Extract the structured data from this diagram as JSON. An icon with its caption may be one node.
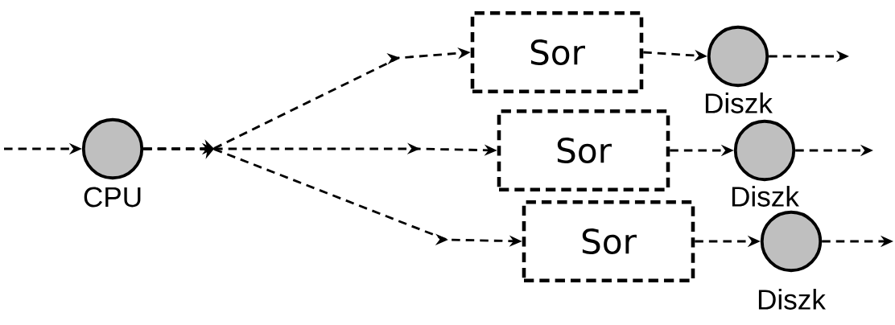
{
  "diagram": {
    "nodes": [
      {
        "text": [],
        "shape": "circle",
        "beside": [
          "CPU"
        ]
      },
      {
        "text": [
          "Sor"
        ]
      },
      {
        "text": [
          "Sor"
        ]
      },
      {
        "text": [
          "Sor"
        ]
      },
      {
        "text": [],
        "shape": "circle",
        "beside": [
          "Diszk"
        ]
      },
      {
        "text": [],
        "shape": "circle",
        "beside": [
          "Diszk"
        ]
      },
      {
        "text": [],
        "shape": "circle",
        "beside": [
          "Diszk"
        ]
      }
    ],
    "edges": [
      {
        "from": null,
        "to": 0,
        "arrow": "to",
        "style": "dashed"
      },
      {
        "from": 0,
        "to": 1,
        "arrow": "to",
        "style": "dashed"
      },
      {
        "from": 0,
        "to": 2,
        "arrow": "to",
        "style": "dashed"
      },
      {
        "from": 0,
        "to": 3,
        "arrow": "to",
        "style": "dashed"
      },
      {
        "from": 1,
        "to": 4,
        "arrow": "to",
        "style": "dashed"
      },
      {
        "from": 2,
        "to": 5,
        "arrow": "to",
        "style": "dashed"
      },
      {
        "from": 3,
        "to": 6,
        "arrow": "to",
        "style": "dashed"
      },
      {
        "from": 4,
        "to": null,
        "arrow": "to",
        "style": "dashed"
      },
      {
        "from": 5,
        "to": null,
        "arrow": "to",
        "style": "dashed"
      },
      {
        "from": 6,
        "to": null,
        "arrow": "to",
        "style": "dashed"
      }
    ]
  }
}
